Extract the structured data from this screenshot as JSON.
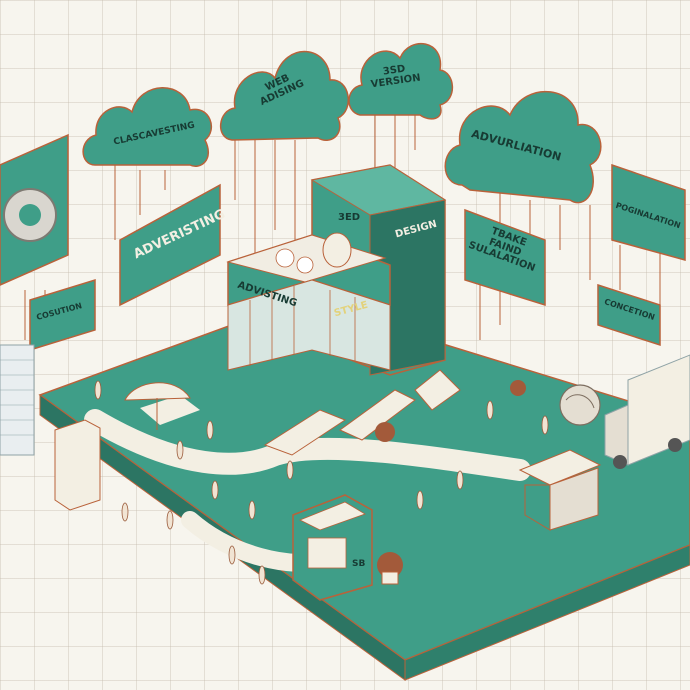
{
  "signs": {
    "cloud_left": "CLASCAVESTING",
    "cloud_web": "WEB ADISING",
    "cloud_3sd": "3SD VERSION",
    "cloud_right": "ADVURLIATION",
    "board_advertising": "ADVERISTING",
    "board_cosution": "COSUTION",
    "board_poginalation": "POGINALATION",
    "board_tbake": "TBAKE FAIND SULALATION",
    "board_concetion": "CONCETION",
    "building_3ed": "3ED",
    "building_design": "DESIGN",
    "building_advisting": "ADVISTING",
    "building_style": "STYLE",
    "kiosk_sign": "SB"
  },
  "colors": {
    "teal": "#3f9e88",
    "teal_dark": "#2c7563",
    "teal_light": "#5fb7a1",
    "outline": "#b9623a",
    "paper": "#f7f5ee"
  }
}
